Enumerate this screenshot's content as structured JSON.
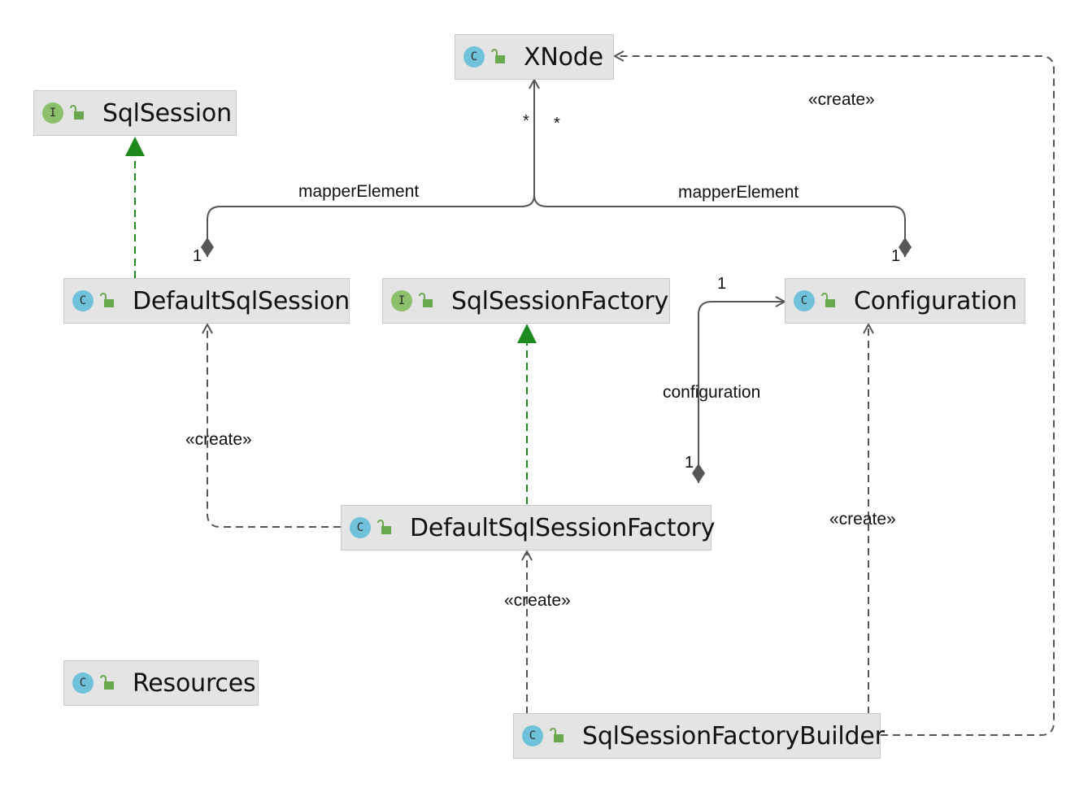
{
  "colors": {
    "class_badge": "#6fc2d9",
    "interface_badge": "#8cc06d",
    "node_fill": "#e4e4e4",
    "edge": "#555555",
    "realization": "#1c8a1c"
  },
  "nodes": {
    "xnode": {
      "name": "XNode",
      "kind": "class",
      "badge": "C"
    },
    "sqlsession": {
      "name": "SqlSession",
      "kind": "interface",
      "badge": "I"
    },
    "defaultsqlsession": {
      "name": "DefaultSqlSession",
      "kind": "class",
      "badge": "C"
    },
    "sqlsessionfactory": {
      "name": "SqlSessionFactory",
      "kind": "interface",
      "badge": "I"
    },
    "configuration": {
      "name": "Configuration",
      "kind": "class",
      "badge": "C"
    },
    "defaultsqlsessionfactory": {
      "name": "DefaultSqlSessionFactory",
      "kind": "class",
      "badge": "C"
    },
    "resources": {
      "name": "Resources",
      "kind": "class",
      "badge": "C"
    },
    "sqlsessionfactorybuilder": {
      "name": "SqlSessionFactoryBuilder",
      "kind": "class",
      "badge": "C"
    }
  },
  "edge_labels": {
    "mapper_left": "mapperElement",
    "mapper_right": "mapperElement",
    "configuration": "configuration",
    "create_top": "«create»",
    "create_left": "«create»",
    "create_mid": "«create»",
    "create_right": "«create»"
  },
  "multiplicity": {
    "xnode_left": "*",
    "xnode_right": "*",
    "defaultsqlsession": "1",
    "configuration_mapper": "1",
    "configuration_target": "1",
    "factory_source": "1"
  }
}
